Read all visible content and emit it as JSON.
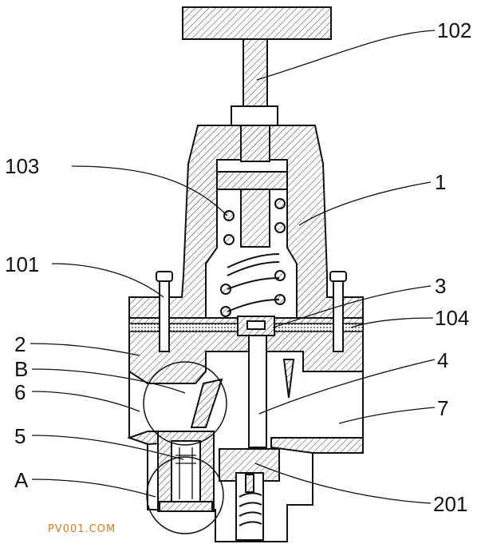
{
  "labels": {
    "l102": "102",
    "l103": "103",
    "l1": "1",
    "l101": "101",
    "l3": "3",
    "l104": "104",
    "l2": "2",
    "lB": "B",
    "l4": "4",
    "l6": "6",
    "l7": "7",
    "l5": "5",
    "lA": "A",
    "l201": "201"
  },
  "watermark": "PV001.COM"
}
